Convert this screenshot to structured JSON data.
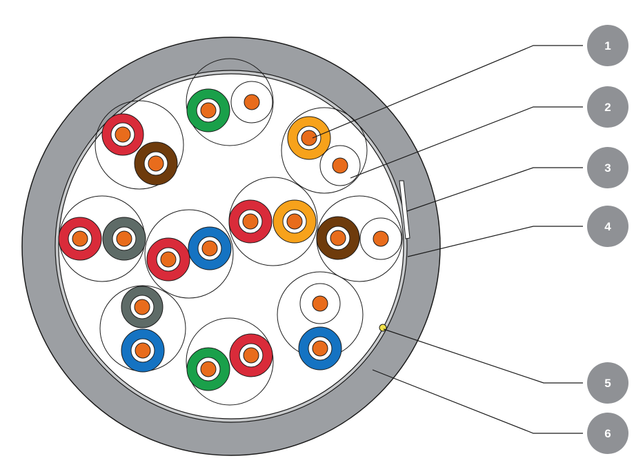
{
  "colors": {
    "outer_jacket": "#9c9fa3",
    "cable_interior": "#ffffff",
    "foil_shield": "#c8cacc",
    "outline": "#1a1a1a",
    "drain_wire": "#f2e14a",
    "callout_badge": "#8f9195",
    "callout_text": "#ffffff",
    "conductor_copper": "#e86c1c",
    "insulation_red": "#d92b3a",
    "insulation_brown": "#6e3b0c",
    "insulation_green": "#1aa04a",
    "insulation_orange": "#f7a21b",
    "insulation_blue": "#1573c2",
    "insulation_slate": "#5e6b67",
    "insulation_white": "#ffffff"
  },
  "pairs": [
    {
      "id": "pair-top-center",
      "conductors": [
        {
          "insulation": "green",
          "insulation_icon": "green-insulated-conductor-icon"
        },
        {
          "insulation": "white",
          "insulation_icon": "white-insulated-conductor-icon"
        }
      ]
    },
    {
      "id": "pair-top-left",
      "conductors": [
        {
          "insulation": "red",
          "insulation_icon": "red-insulated-conductor-icon"
        },
        {
          "insulation": "brown",
          "insulation_icon": "brown-insulated-conductor-icon"
        }
      ]
    },
    {
      "id": "pair-top-right",
      "conductors": [
        {
          "insulation": "orange",
          "insulation_icon": "orange-insulated-conductor-icon"
        },
        {
          "insulation": "white",
          "insulation_icon": "white-insulated-conductor-icon"
        }
      ]
    },
    {
      "id": "pair-middle-left",
      "conductors": [
        {
          "insulation": "red",
          "insulation_icon": "red-insulated-conductor-icon"
        },
        {
          "insulation": "slate",
          "insulation_icon": "slate-insulated-conductor-icon"
        }
      ]
    },
    {
      "id": "pair-center-left",
      "conductors": [
        {
          "insulation": "red",
          "insulation_icon": "red-insulated-conductor-icon"
        },
        {
          "insulation": "blue",
          "insulation_icon": "blue-insulated-conductor-icon"
        }
      ]
    },
    {
      "id": "pair-center",
      "conductors": [
        {
          "insulation": "red",
          "insulation_icon": "red-insulated-conductor-icon"
        },
        {
          "insulation": "orange",
          "insulation_icon": "orange-insulated-conductor-icon"
        }
      ]
    },
    {
      "id": "pair-middle-right",
      "conductors": [
        {
          "insulation": "brown",
          "insulation_icon": "brown-insulated-conductor-icon"
        },
        {
          "insulation": "white",
          "insulation_icon": "white-insulated-conductor-icon"
        }
      ]
    },
    {
      "id": "pair-bottom-left",
      "conductors": [
        {
          "insulation": "slate",
          "insulation_icon": "slate-insulated-conductor-icon"
        },
        {
          "insulation": "blue",
          "insulation_icon": "blue-insulated-conductor-icon"
        }
      ]
    },
    {
      "id": "pair-bottom-center",
      "conductors": [
        {
          "insulation": "green",
          "insulation_icon": "green-insulated-conductor-icon"
        },
        {
          "insulation": "red",
          "insulation_icon": "red-insulated-conductor-icon"
        }
      ]
    },
    {
      "id": "pair-bottom-right",
      "conductors": [
        {
          "insulation": "white",
          "insulation_icon": "white-insulated-conductor-icon"
        },
        {
          "insulation": "blue",
          "insulation_icon": "blue-insulated-conductor-icon"
        }
      ]
    }
  ],
  "callouts": [
    {
      "number": "1",
      "target": "copper-conductor"
    },
    {
      "number": "2",
      "target": "conductor-insulation"
    },
    {
      "number": "3",
      "target": "shield-overlap"
    },
    {
      "number": "4",
      "target": "foil-shield"
    },
    {
      "number": "5",
      "target": "drain-wire"
    },
    {
      "number": "6",
      "target": "outer-jacket"
    }
  ]
}
